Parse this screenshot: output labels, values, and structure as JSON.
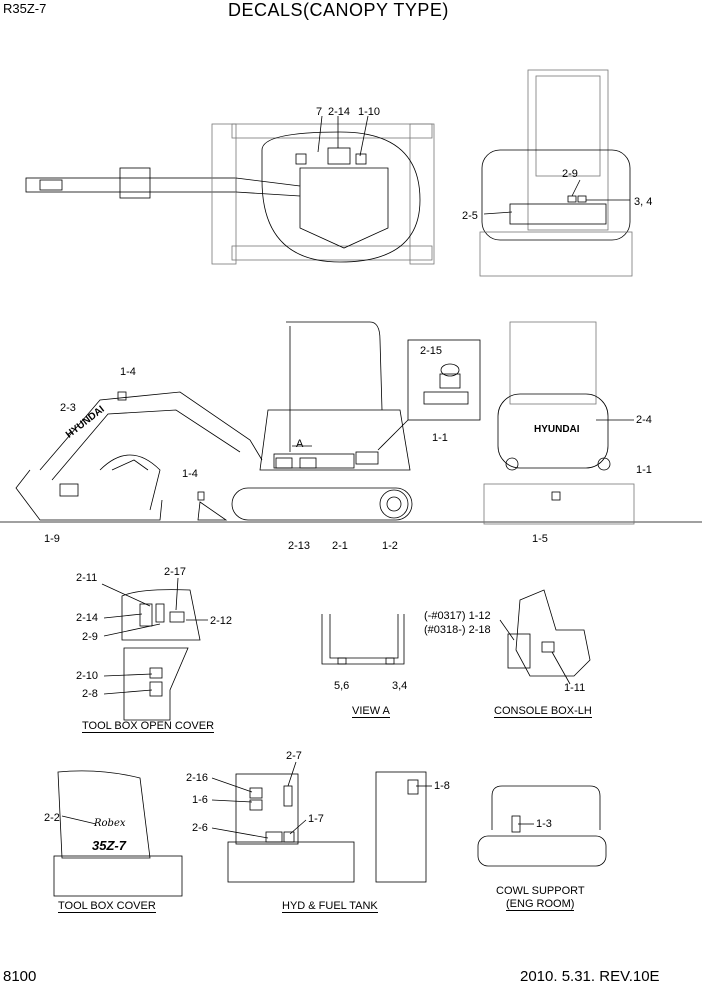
{
  "header": {
    "model": "R35Z-7",
    "title": "DECALS(CANOPY TYPE)"
  },
  "footer": {
    "page": "8100",
    "date_rev": "2010. 5.31.  REV.10E"
  },
  "top_view": {
    "callouts": [
      "7",
      "2-14",
      "1-10"
    ]
  },
  "rear_top_view": {
    "callouts": [
      "2-9",
      "3, 4",
      "2-5"
    ]
  },
  "side_view": {
    "callouts": [
      "1-4",
      "2-3",
      "1-4",
      "1-9",
      "2-13",
      "2-1",
      "1-2",
      "1-1",
      "A"
    ],
    "boom_brand": "HYUNDAI"
  },
  "inset_view": {
    "callouts": [
      "2-15"
    ]
  },
  "rear_view": {
    "callouts": [
      "2-4",
      "1-1",
      "1-5"
    ],
    "brand": "HYUNDAI"
  },
  "toolbox_open_cover": {
    "caption": "TOOL BOX OPEN COVER",
    "callouts": [
      "2-11",
      "2-17",
      "2-14",
      "2-12",
      "2-9",
      "2-10",
      "2-8"
    ]
  },
  "view_a": {
    "caption": "VIEW A",
    "callouts": [
      "5,6",
      "3,4"
    ]
  },
  "console_box": {
    "caption": "CONSOLE BOX-LH",
    "callouts": [
      "(-#0317) 1-12",
      "(#0318-) 2-18",
      "1-11"
    ]
  },
  "toolbox_cover": {
    "caption": "TOOL BOX COVER",
    "callouts": [
      "2-2"
    ],
    "badge_script": "Robex",
    "badge_model": "35Z-7"
  },
  "hyd_fuel_tank": {
    "caption": "HYD & FUEL TANK",
    "callouts": [
      "2-7",
      "2-16",
      "1-6",
      "2-6",
      "1-7",
      "1-8"
    ]
  },
  "cowl_support": {
    "caption_line1": "COWL SUPPORT",
    "caption_line2": "(ENG ROOM)",
    "callouts": [
      "1-3"
    ]
  }
}
